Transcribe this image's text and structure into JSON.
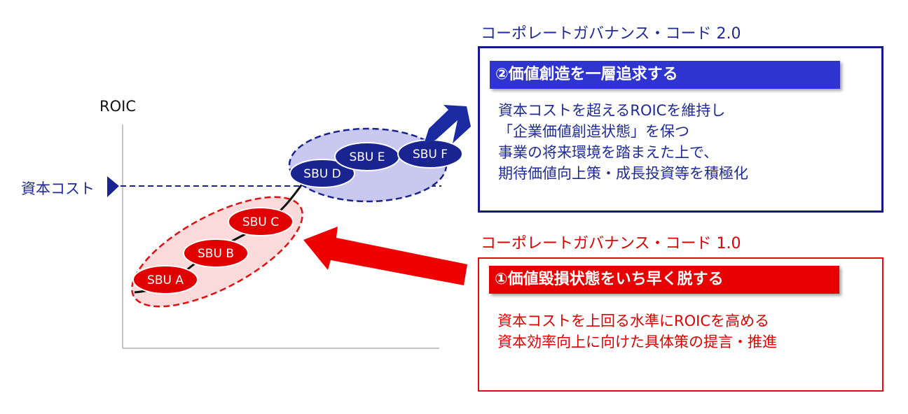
{
  "colors": {
    "blue": "#1f2a99",
    "navy": "#1a2490",
    "red": "#e00000"
  },
  "axis": {
    "y_label": "ROIC"
  },
  "cost_of_capital_label": "資本コスト",
  "sbus": {
    "a": "SBU A",
    "b": "SBU B",
    "c": "SBU C",
    "d": "SBU D",
    "e": "SBU E",
    "f": "SBU F"
  },
  "code2": {
    "title": "コーポレートガバナンス・コード 2.0",
    "header": "②価値創造を一層追求する",
    "lines": [
      "資本コストを超えるROICを維持し",
      "「企業価値創造状態」を保つ",
      "事業の将来環境を踏まえた上で、",
      "期待価値向上策・成長投資等を積極化"
    ]
  },
  "code1": {
    "title": "コーポレートガバナンス・コード 1.0",
    "header": "①価値毀損状態をいち早く脱する",
    "lines": [
      "資本コストを上回る水準にROICを高める",
      "資本効率向上に向けた具体策の提言・推進"
    ]
  }
}
